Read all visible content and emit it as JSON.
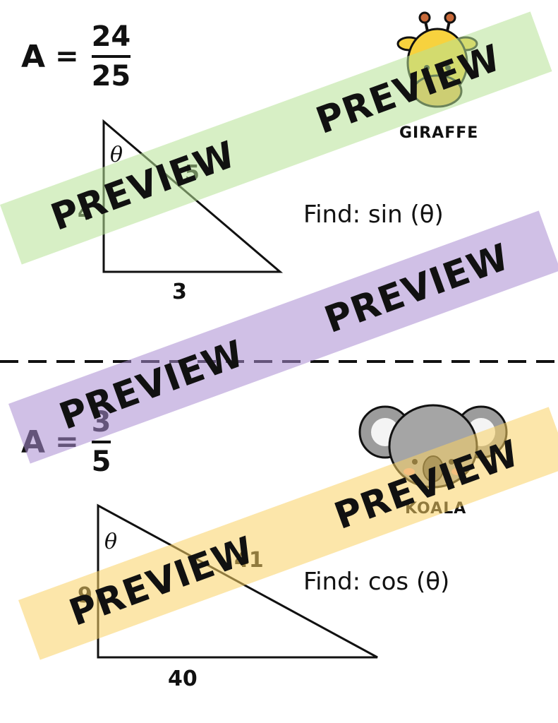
{
  "top_card": {
    "answer_label": "A",
    "equals": "=",
    "numerator": "24",
    "denominator": "25",
    "side_vertical": "4",
    "side_hypotenuse": "5",
    "side_base": "3",
    "angle_symbol": "θ",
    "prompt": "Find: sin (θ)",
    "animal_name": "GIRAFFE",
    "animal_icon": "giraffe-icon"
  },
  "bottom_card": {
    "answer_label": "A",
    "equals": "=",
    "numerator": "3",
    "denominator": "5",
    "side_vertical": "9",
    "side_hypotenuse": "41",
    "side_base": "40",
    "angle_symbol": "θ",
    "prompt": "Find: cos (θ)",
    "animal_name": "KOALA",
    "animal_icon": "koala-icon"
  },
  "watermark": {
    "text": "PREVIEW",
    "colors": {
      "green": "#b7e196",
      "purple": "#aa8cd2",
      "yellow": "#fad264"
    }
  }
}
